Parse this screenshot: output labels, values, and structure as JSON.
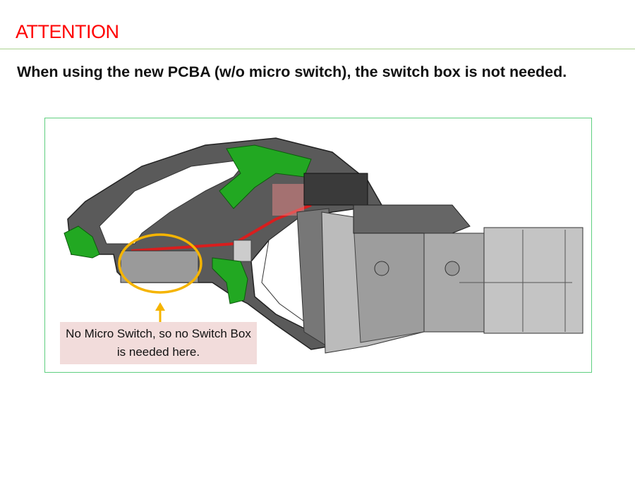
{
  "slide": {
    "title": "ATTENTION",
    "subtitle": "When using the new PCBA (w/o micro switch), the switch box is not needed.",
    "callout": "No Micro Switch, so no Switch Box is needed here.",
    "colors": {
      "title": "#ff0000",
      "rule": "#a9d18e",
      "frame": "#5fcf80",
      "highlight": "#f5b400",
      "callout_bg": "#f2dcdb",
      "part_green": "#22a822"
    }
  }
}
